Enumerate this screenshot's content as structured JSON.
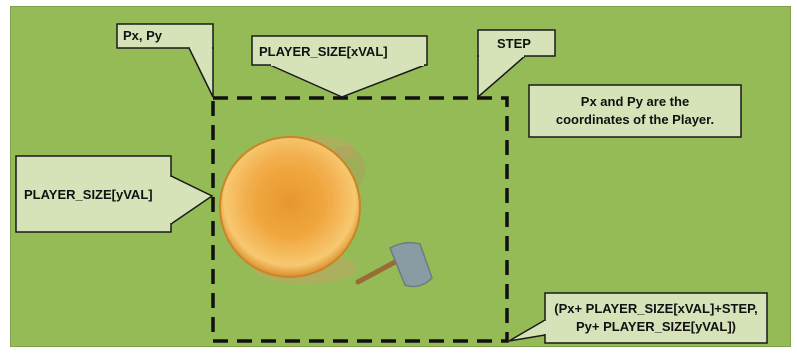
{
  "callouts": {
    "px_py": "Px, Py",
    "player_size_xval": "PLAYER_SIZE[xVAL]",
    "step": "STEP",
    "player_size_yval": "PLAYER_SIZE[yVAL]",
    "note_line1": "Px and Py are the",
    "note_line2": "coordinates of the Player.",
    "corner_line1": "(Px+ PLAYER_SIZE[xVAL]+STEP,",
    "corner_line2": "Py+ PLAYER_SIZE[yVAL])"
  },
  "colors": {
    "field": "#94bb55",
    "callout_fill": "#d6e3b8",
    "callout_stroke": "#1a1a1a",
    "bounding_box": "#111111",
    "player_body": "#f0a434",
    "shovel_blade": "#8a9ba3"
  },
  "icons": {
    "player": "player-sprite-top-view",
    "tool": "shovel-icon"
  }
}
